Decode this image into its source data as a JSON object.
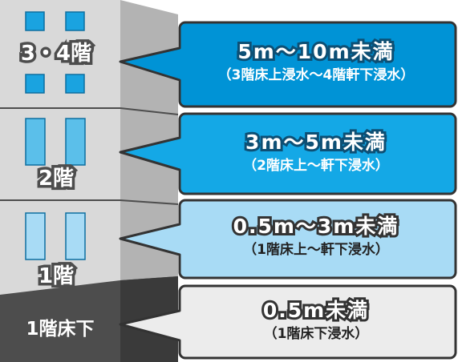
{
  "colors": {
    "building_front": "#d9d9d9",
    "building_side": "#b3b3b3",
    "basement": "#4d4d4d",
    "window": "#1aa3e0",
    "callout_top": "#0093d6",
    "callout_upper": "#14a8e6",
    "callout_middle": "#a8dbf5",
    "callout_bottom": "#ececec",
    "outline": "#333333"
  },
  "floors": [
    {
      "id": "floors-3-4",
      "label": "3・4階"
    },
    {
      "id": "floor-2",
      "label": "2階"
    },
    {
      "id": "floor-1",
      "label": "1階"
    },
    {
      "id": "below-floor-1",
      "label": "1階床下"
    }
  ],
  "callouts": [
    {
      "depth": "5m〜10m未満",
      "note": "（3階床上浸水〜4階軒下浸水）"
    },
    {
      "depth": "3m〜5m未満",
      "note": "（2階床上〜軒下浸水）"
    },
    {
      "depth": "0.5m〜3m未満",
      "note": "（1階床上〜軒下浸水）"
    },
    {
      "depth": "0.5m未満",
      "note": "（1階床下浸水）"
    }
  ]
}
